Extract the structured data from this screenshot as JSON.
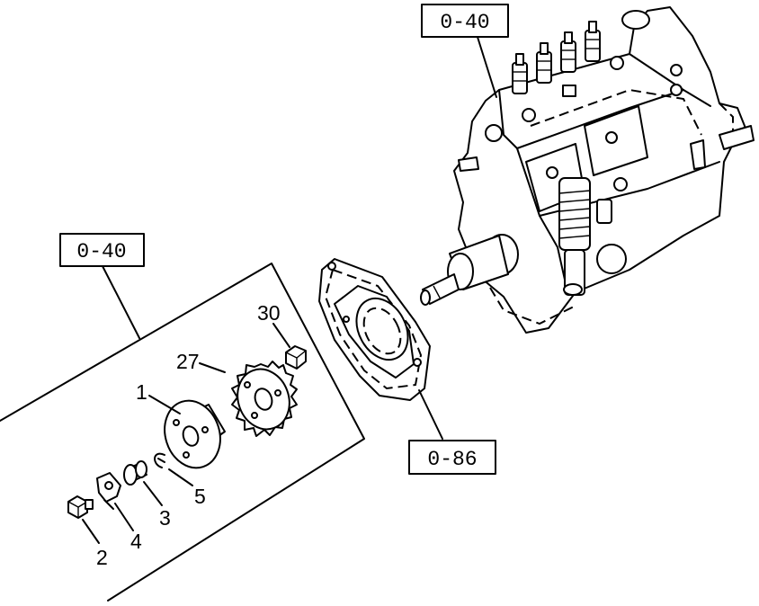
{
  "refs": {
    "top_right": "0-40",
    "left": "0-40",
    "plate": "0-86"
  },
  "part_numbers": {
    "p1": "1",
    "p2": "2",
    "p3": "3",
    "p4": "4",
    "p5": "5",
    "p27": "27",
    "p30": "30"
  }
}
